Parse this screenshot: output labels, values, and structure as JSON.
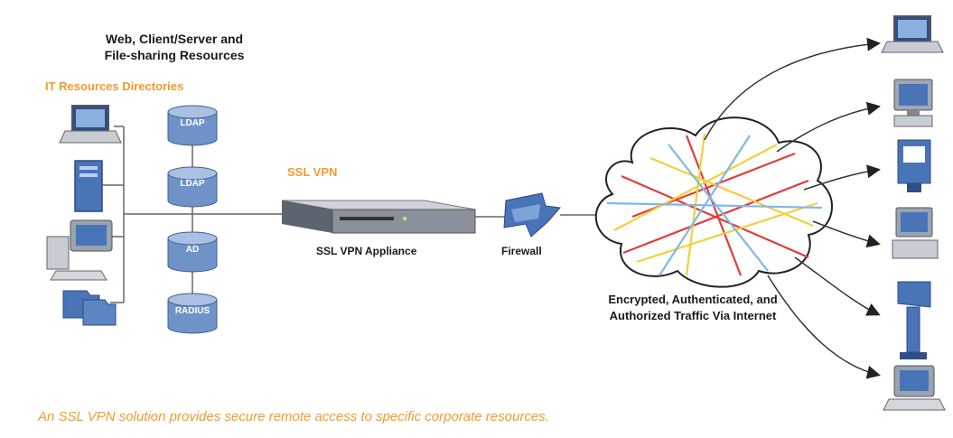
{
  "title_lines": [
    "Web, Client/Server and",
    "File-sharing Resources"
  ],
  "it_resources_label": "IT Resources  Directories",
  "directories": [
    "LDAP",
    "LDAP",
    "AD",
    "RADIUS"
  ],
  "ssl_vpn_label": "SSL VPN",
  "appliance_label": "SSL VPN Appliance",
  "firewall_label": "Firewall",
  "traffic_lines": [
    "Encrypted, Authenticated, and",
    "Authorized Traffic Via Internet"
  ],
  "caption": "An SSL VPN solution provides secure remote access to specific corporate resources.",
  "colors": {
    "accent_orange": "#f29a2e",
    "device_blue": "#4a74b8",
    "db_blue": "#6f93c8",
    "tunnel_red": "#e23b3b",
    "tunnel_yellow": "#f2cf3c",
    "tunnel_blue": "#7fb8e6"
  },
  "icons": [
    "laptop-icon",
    "server-tower-icon",
    "workstation-icon",
    "folders-icon",
    "database-icon",
    "vpn-appliance-icon",
    "firewall-icon",
    "cloud-icon",
    "desktop-icon",
    "kiosk-icon"
  ]
}
